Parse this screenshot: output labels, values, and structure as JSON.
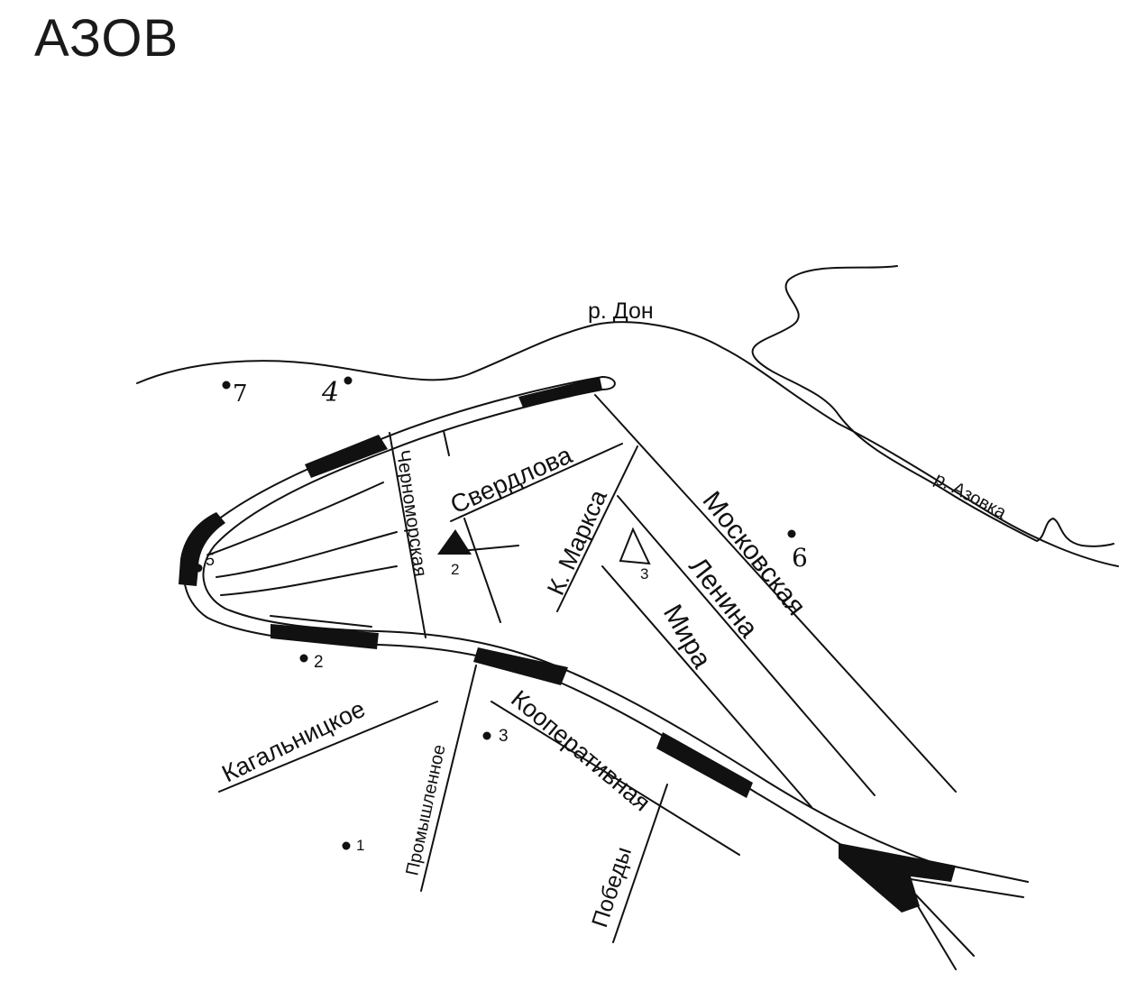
{
  "title": "АЗОВ",
  "rivers": {
    "don": "р. Дон",
    "azovka": "р. Азовка"
  },
  "streets": {
    "sverdlova": "Свердлова",
    "chernomorskaya": "Черноморская",
    "k_marksa": "К. Маркса",
    "moskovskaya": "Московская",
    "lenina": "Ленина",
    "mira": "Мира",
    "kagalnitskoe": "Кагальницкое",
    "promyshlennoe": "Промышленное",
    "kooperativnaya": "Кооперативная",
    "pobedy": "Победы"
  },
  "markers": {
    "triangle_filled": "2",
    "triangle_outline": "3"
  },
  "points": [
    "1",
    "2",
    "3",
    "4",
    "5",
    "6",
    "7"
  ]
}
